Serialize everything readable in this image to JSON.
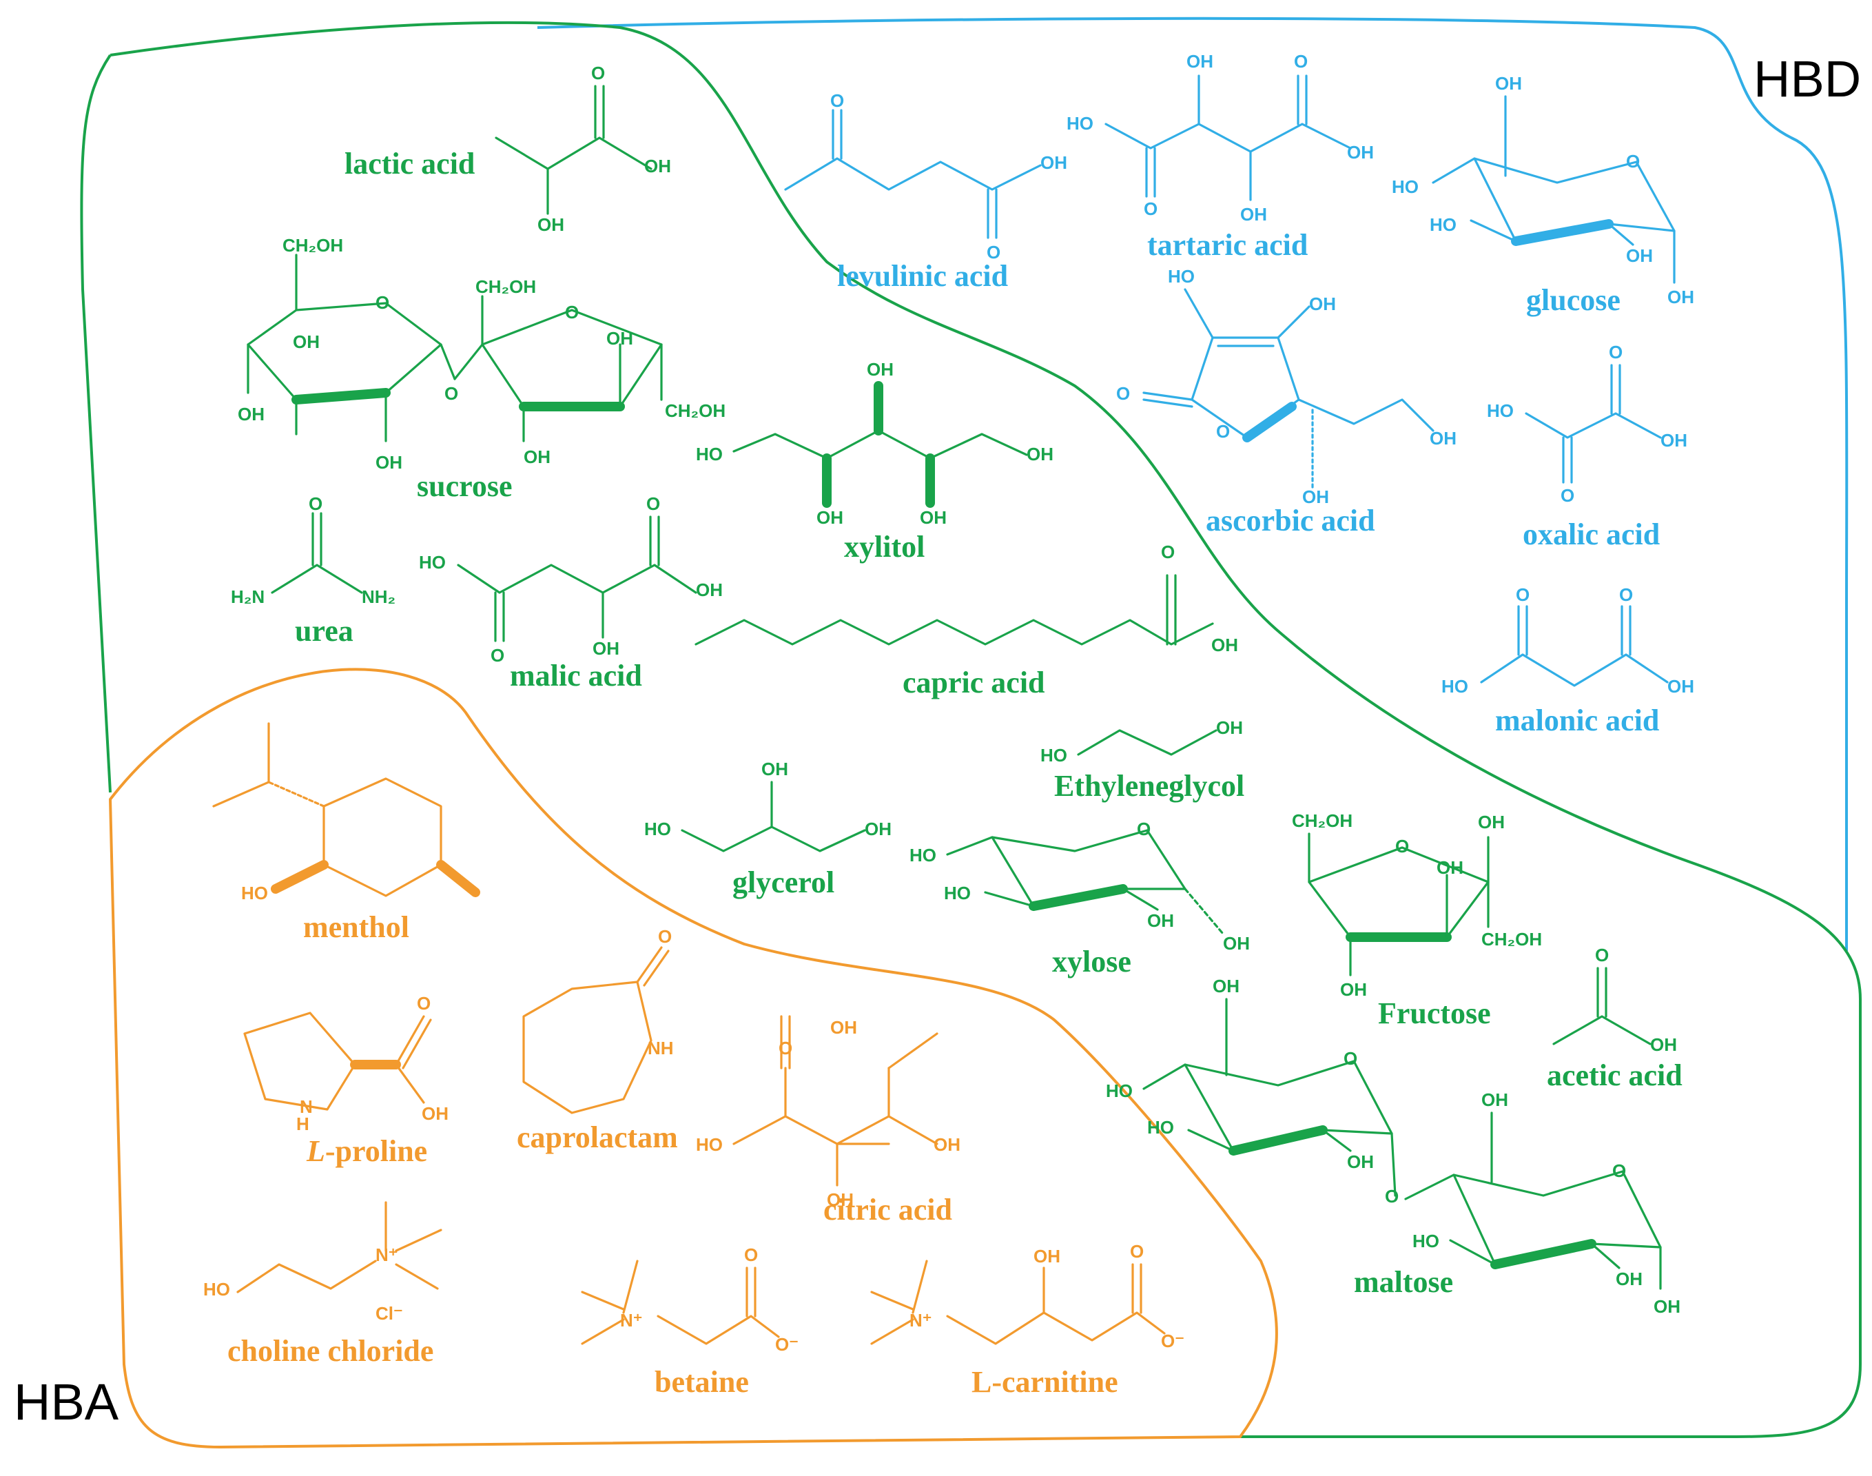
{
  "regions": {
    "hbd_label": "HBD",
    "hba_label": "HBA"
  },
  "colors": {
    "green": "#19a34a",
    "blue": "#31aee6",
    "orange": "#f29a2e"
  },
  "compounds": {
    "lactic_acid": "lactic acid",
    "sucrose": "sucrose",
    "urea": "urea",
    "malic_acid": "malic acid",
    "xylitol": "xylitol",
    "capric_acid": "capric acid",
    "levulinic_acid": "levulinic acid",
    "tartaric_acid": "tartaric acid",
    "glucose": "glucose",
    "ascorbic_acid": "ascorbic acid",
    "oxalic_acid": "oxalic acid",
    "malonic_acid": "malonic acid",
    "glycerol": "glycerol",
    "ethyleneglycol": "Ethyleneglycol",
    "xylose": "xylose",
    "fructose": "Fructose",
    "acetic_acid": "acetic acid",
    "maltose": "maltose",
    "menthol": "menthol",
    "l_proline_prefix": "L",
    "l_proline_suffix": "-proline",
    "caprolactam": "caprolactam",
    "citric_acid": "citric acid",
    "choline_chloride": "choline chloride",
    "betaine": "betaine",
    "l_carnitine": "L-carnitine"
  },
  "atoms": {
    "oh": "OH",
    "ho": "HO",
    "o": "O",
    "ch2oh": "CH₂OH",
    "h2n": "H₂N",
    "nh2": "NH₂",
    "nh": "NH",
    "n": "N",
    "h": "H",
    "n_plus": "N⁺",
    "cl_minus": "Cl⁻",
    "o_minus": "O⁻"
  }
}
